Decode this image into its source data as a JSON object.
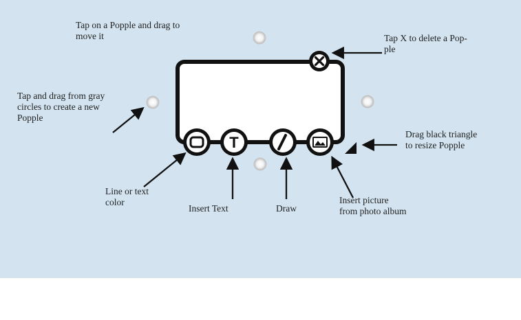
{
  "colors": {
    "background": "#d3e4f0",
    "outline": "#1a1a1a",
    "handle": "#e6e6e6"
  },
  "labels": {
    "move": "Tap on a Popple and drag to\nmove it",
    "delete": "Tap X to delete a Pop-\nple",
    "create": "Tap and drag from gray\ncircles to create a new\nPopple",
    "resize": "Drag black triangle\nto resize Popple",
    "color": "Line or text\ncolor",
    "text": "Insert Text",
    "draw": "Draw",
    "picture": "Insert picture\nfrom photo album"
  },
  "toolbar": {
    "buttons": [
      {
        "name": "color-button",
        "icon": "rounded-rect-icon"
      },
      {
        "name": "insert-text-button",
        "icon": "T"
      },
      {
        "name": "draw-button",
        "icon": "pencil-icon"
      },
      {
        "name": "insert-picture-button",
        "icon": "photo-icon"
      }
    ]
  },
  "popple": {
    "delete_icon": "close-icon",
    "resize_icon": "triangle-resize-icon"
  }
}
